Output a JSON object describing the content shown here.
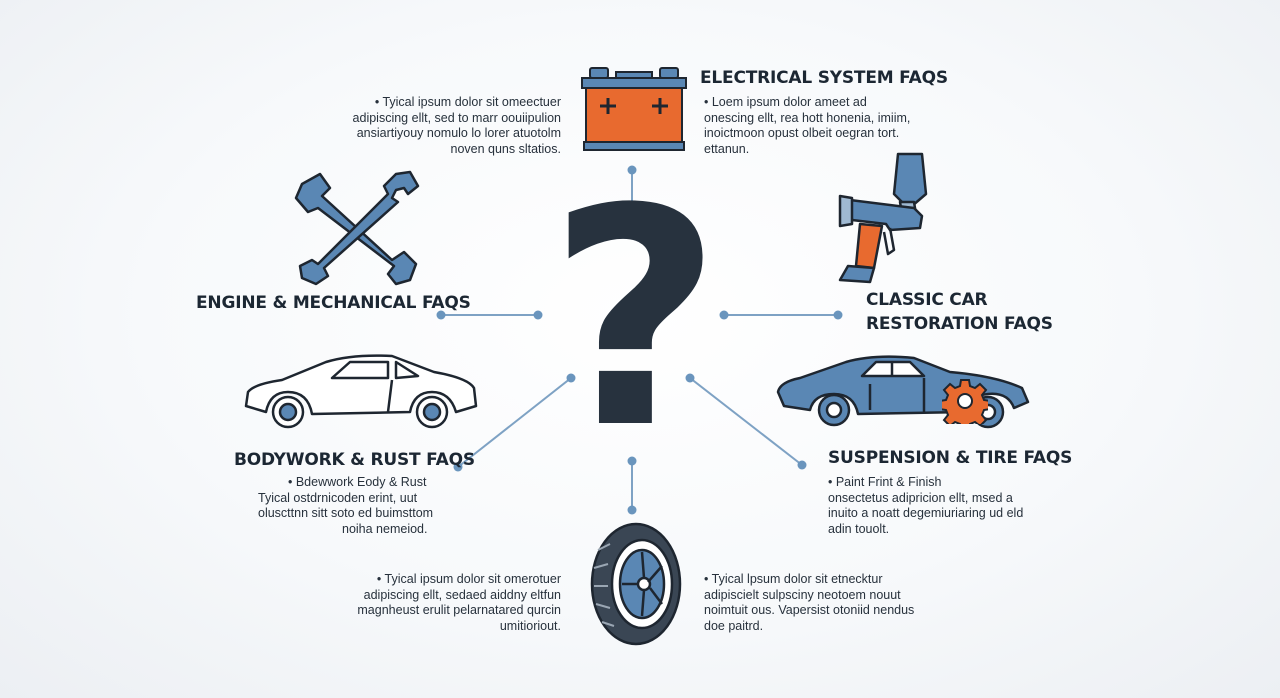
{
  "center": {
    "symbol": "?"
  },
  "sections": {
    "electrical": {
      "title": "ELECTRICAL SYSTEM FAQS",
      "lines": [
        "• Loem ipsum dolor ameet ad",
        "onescing ellt, rea hott honenia, imiim,",
        "inoictmoon opust olbeit oegran tort.",
        "ettanun."
      ]
    },
    "engine": {
      "title": "ENGINE & MECHANICAL FAQS",
      "lines": [
        "• Tyical ipsum dolor sit omeectuer",
        "adipiscing ellt, sed to marr oouiipulion",
        "ansiartiyouy nomulo lo lorer atuotolm",
        "noven quns sltatios."
      ]
    },
    "classic": {
      "title_lines": [
        "CLASSIC CAR",
        "RESTORATION FAQS"
      ]
    },
    "bodywork": {
      "title": "BODYWORK & RUST FAQS",
      "lines": [
        "• Bdewwork Eody & Rust",
        "Tyical ostdrnicoden erint, uut",
        "oluscttnn sitt soto ed buimsttom",
        "noiha nemeiod."
      ]
    },
    "suspension": {
      "title": "SUSPENSION & TIRE FAQS",
      "lines": [
        "• Paint Frint & Finish",
        "onsectetus adipricion ellt, msed a",
        "inuito a noatt degemiuriaring ud eld",
        "adin touolt."
      ]
    },
    "bottom_left": {
      "lines": [
        "• Tyical ipsum dolor sit omerotuer",
        "adipiscing ellt, sedaed aiddny eltfun",
        "magnheust erulit pelarnatared qurcin",
        "umitioriout."
      ]
    },
    "bottom_right": {
      "lines": [
        "• Tyical lpsum dolor sit etnecktur",
        "adipiscielt sulpsciny neotoem nouut",
        "noimtuit ous. Vapersist otoniid nendus",
        "doe paitrd."
      ]
    }
  },
  "colors": {
    "accent_blue": "#5a87b4",
    "accent_orange": "#e86a2f",
    "outline": "#1e2630",
    "connector": "#7ea2c4",
    "text_dark": "#1c2733"
  },
  "icons": [
    "battery-icon",
    "wrench-icon",
    "spray-gun-icon",
    "car-outline-icon",
    "classic-car-icon",
    "gear-icon",
    "tire-icon"
  ]
}
